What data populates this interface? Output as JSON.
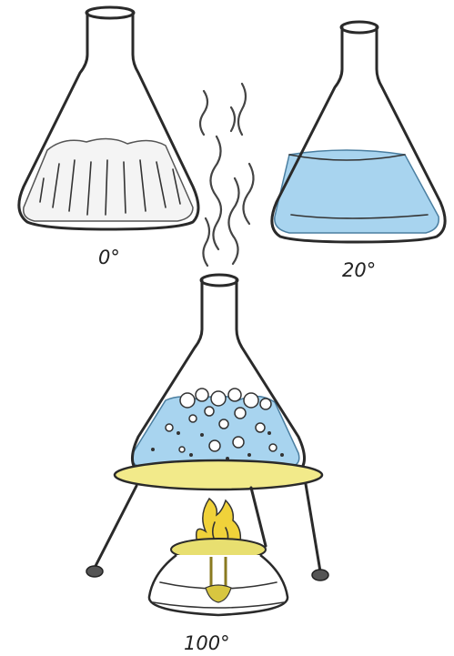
{
  "flasks": [
    {
      "label": "0°",
      "state": "ice"
    },
    {
      "label": "20°",
      "state": "liquid water"
    },
    {
      "label": "100°",
      "state": "boiling water"
    }
  ],
  "colors": {
    "water": "#a8d4ef",
    "ice": "#f4f4f4",
    "tripod_ring": "#f2ea8a",
    "flame": "#f0d23a",
    "burner_cap": "#e8df70"
  }
}
